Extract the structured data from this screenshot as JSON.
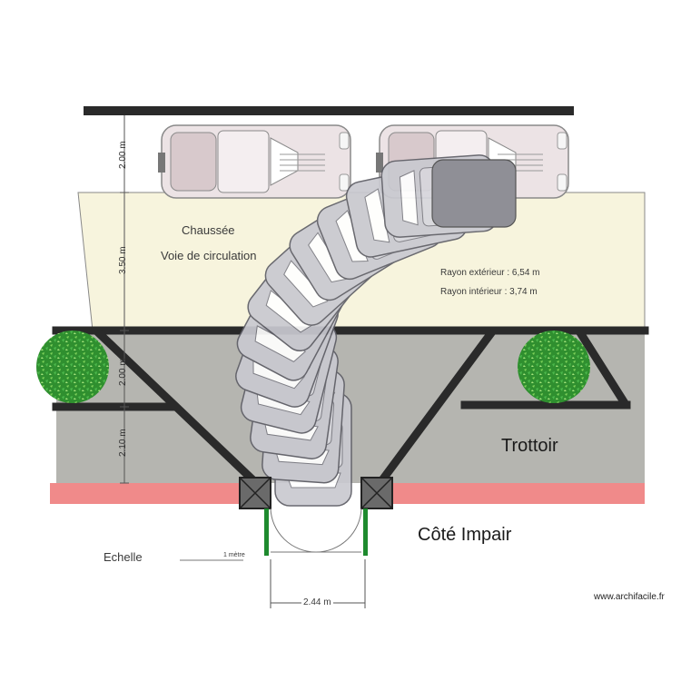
{
  "zones": {
    "roadway_title": "Chaussée",
    "lane_label": "Voie de circulation",
    "sidewalk_label": "Trottoir",
    "side_label": "Côté Impair"
  },
  "radii": {
    "outer": "Rayon extérieur : 6,54 m",
    "inner": "Rayon intérieur :  3,74 m"
  },
  "dimensions": {
    "parking_depth": "2.00 m",
    "lane_width": "3.50 m",
    "upper_sidewalk": "2.00 m",
    "lower_sidewalk": "2.10 m",
    "gate_width": "2.44 m"
  },
  "scale": {
    "label": "Echelle",
    "unit": "1 mètre"
  },
  "watermark": "www.archifacile.fr",
  "colors": {
    "roadway": "#f7f4dd",
    "sidewalk": "#b5b5b0",
    "curb": "#f08a8a",
    "hedge": "#3fa33f",
    "car_body": "#c9c9d0",
    "wall": "#2a2a2a"
  }
}
